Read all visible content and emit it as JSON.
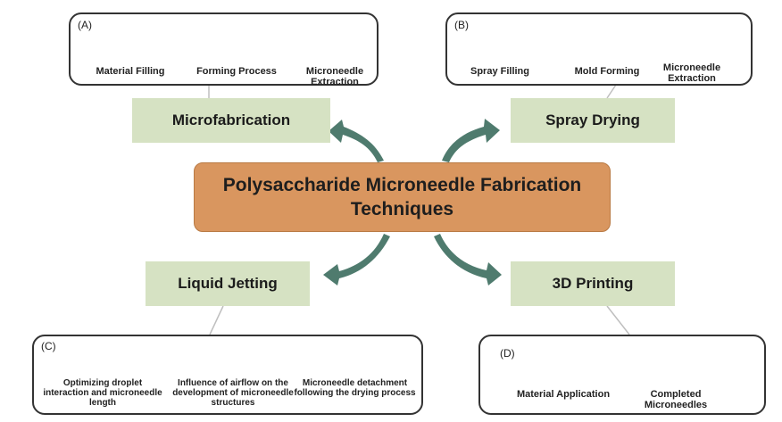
{
  "center": {
    "title_line1": "Polysaccharide Microneedle Fabrication",
    "title_line2": "Techniques"
  },
  "labels": {
    "microfabrication": "Microfabrication",
    "spray_drying": "Spray Drying",
    "liquid_jetting": "Liquid Jetting",
    "printing_3d": "3D Printing"
  },
  "panel_a": {
    "letter": "(A)",
    "step1": "Material Filling",
    "step2": "Forming Process",
    "step3_line1": "Microneedle",
    "step3_line2": "Extraction"
  },
  "panel_b": {
    "letter": "(B)",
    "step1": "Spray Filling",
    "step2": "Mold Forming",
    "step3_line1": "Microneedle",
    "step3_line2": "Extraction"
  },
  "panel_c": {
    "letter": "(C)",
    "step1_line1": "Optimizing droplet",
    "step1_line2": "interaction and microneedle",
    "step1_line3": "length",
    "step2_line1": "Influence of airflow on the",
    "step2_line2": "development of microneedle",
    "step2_line3": "structures",
    "step3_line1": "Microneedle detachment",
    "step3_line2": "following the drying process"
  },
  "panel_d": {
    "letter": "(D)",
    "step1": "Material Application",
    "step2_line1": "Completed",
    "step2_line2": "Microneedles"
  },
  "colors": {
    "orange": "#f0a24e",
    "light_orange": "#f6b367",
    "grey": "#a5a8ad",
    "green_arrow": "#4f7b6e",
    "label_bg": "#d6e2c3",
    "center_bg": "#d9965f"
  }
}
